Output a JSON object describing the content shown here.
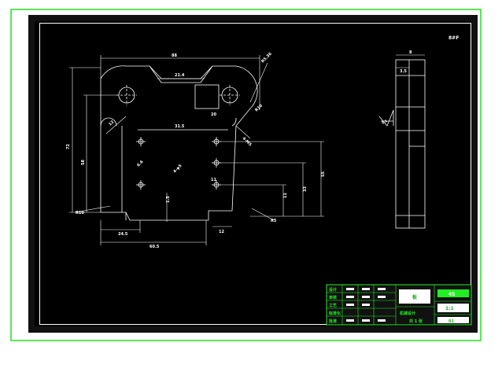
{
  "drawing": {
    "sheet_code": "8#F",
    "colors": {
      "outer_border": "#22dd22",
      "sheet_frame": "#111111",
      "paper": "#ffffff",
      "part_line": "#ffffff",
      "dimension_line": "#ffffff",
      "title_block_line": "#22ee22",
      "title_block_fill": "#111111"
    },
    "front_view": {
      "dimensions": {
        "overall_width": "88",
        "slot_width": "21.4",
        "inner_width": "31.5",
        "radius_top_right": "R5.36",
        "radius_left": "R10",
        "overall_height": "72",
        "left_height": "58",
        "pocket_width": "20",
        "pocket_depth": "12",
        "hole_dim_a": "6.6",
        "hole_dim_b": "4-φ5",
        "hole_dim_c": "4-M5",
        "right_height_a": "11",
        "right_height_b": "33",
        "right_height_c": "55",
        "step_height": "1.5",
        "bottom_left_width": "24.5",
        "bottom_overall": "60.5",
        "bottom_small": "12",
        "radius_bottom_left": "R10",
        "radius_bottom_right": "R5",
        "center_label": "11"
      }
    },
    "side_view": {
      "dimensions": {
        "width": "8",
        "inner": "3.5"
      },
      "roughness": "3.2"
    },
    "title_block": {
      "cells": {
        "part_name": "板",
        "material": "45",
        "scale": "1:1",
        "drawing_no": "01",
        "company": "机械设计",
        "row_labels": [
          "设计",
          "审核",
          "工艺",
          "标准化",
          "批准"
        ],
        "footer": "共 1 张"
      }
    }
  }
}
